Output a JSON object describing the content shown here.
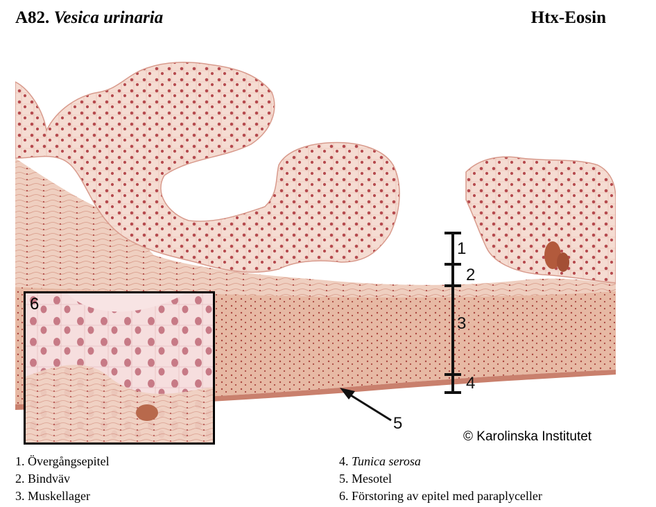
{
  "header": {
    "code": "A82.",
    "title_italic": "Vesica urinaria",
    "stain": "Htx-Eosin"
  },
  "micrograph": {
    "layer_labels": [
      "1",
      "2",
      "3",
      "4"
    ],
    "mesothel_label": "5",
    "inset_label": "6",
    "credit": "© Karolinska Institutet"
  },
  "legend": {
    "left": [
      "1. Övergångsepitel",
      "2. Bindväv",
      "3. Muskellager"
    ],
    "right_4_prefix": "4. ",
    "right_4_italic": "Tunica serosa",
    "right_5": "5. Mesotel",
    "right_6": "6. Förstoring av epitel med paraplyceller"
  },
  "colors": {
    "tissue_light": "#f3d9cf",
    "tissue_mid": "#e9bca9",
    "nuclei": "#b3454a",
    "muscle": "#e3b39e"
  }
}
